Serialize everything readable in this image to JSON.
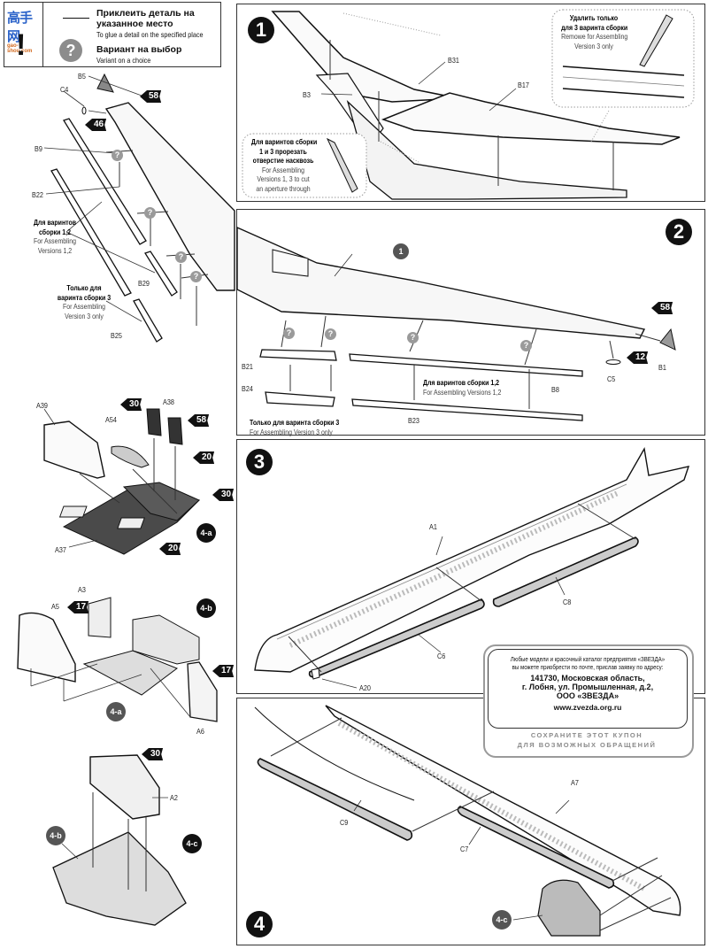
{
  "legend": {
    "watermark_cn": "高手网",
    "watermark_url": "gao-shou.com",
    "glue_ru": "Приклеить деталь на указанное место",
    "glue_en": "To glue a detail on the specified place",
    "variant_ru": "Вариант на выбор",
    "variant_en": "Variant on a choice",
    "exclaim": "!",
    "question": "?"
  },
  "steps": {
    "s1": "1",
    "s2": "2",
    "s3": "3",
    "s4": "4"
  },
  "sub_badges": {
    "a": "4-a",
    "b": "4-b",
    "c": "4-c",
    "ref1": "1"
  },
  "step1": {
    "parts": {
      "b31": "B31",
      "b3": "B3",
      "b17": "B17"
    },
    "note_remove": {
      "ru1": "Удалить только",
      "ru2": "для 3 варинта сборки",
      "en1": "Remowe for Assembling",
      "en2": "Version 3 only"
    },
    "note_cut": {
      "ru1": "Для варинтов сборки",
      "ru2": "1 и 3 прорезать",
      "ru3": "отверстие насквозь",
      "en1": "For Assembling",
      "en2": "Versions 1, 3 to cut",
      "en3": "an aperture through"
    }
  },
  "left_wing": {
    "parts": {
      "b5": "B5",
      "c4": "C4",
      "b9": "B9",
      "b22": "B22",
      "b29": "B29",
      "b25": "B25"
    },
    "paint": {
      "p58": "58",
      "p46": "46"
    },
    "note_v12": {
      "ru1": "Для варинтов",
      "ru2": "сборки 1,2",
      "en1": "For Assembling",
      "en2": "Versions 1,2"
    },
    "note_v3": {
      "ru1": "Только для",
      "ru2": "варинта сборки 3",
      "en1": "For Assembling",
      "en2": "Version 3 only"
    }
  },
  "step2": {
    "parts": {
      "b21": "B21",
      "b24": "B24",
      "b8": "B8",
      "b23": "B23",
      "c5": "C5",
      "b1": "B1"
    },
    "paint": {
      "p58": "58",
      "p12": "12"
    },
    "note_v12": {
      "ru": "Для варинтов сборки 1,2",
      "en": "For Assembling Versions 1,2"
    },
    "note_v3": {
      "ru": "Только для варинта сборки 3",
      "en": "For Assembling Version 3 only"
    }
  },
  "step4a": {
    "parts": {
      "a39": "A39",
      "a54": "A54",
      "a38": "A38",
      "a37": "A37"
    },
    "paint": {
      "p30a": "30",
      "p58": "58",
      "p20a": "20",
      "p30b": "30",
      "p20b": "20"
    }
  },
  "step4b": {
    "parts": {
      "a3": "A3",
      "a5": "A5",
      "a6": "A6"
    },
    "paint": {
      "p17a": "17",
      "p17b": "17"
    }
  },
  "step4c": {
    "parts": {
      "a2": "A2"
    },
    "paint": {
      "p30": "30"
    }
  },
  "step3": {
    "parts": {
      "a1": "A1",
      "c8": "C8",
      "c6": "C6",
      "a20": "A20"
    }
  },
  "step4": {
    "parts": {
      "a7": "A7",
      "c9": "C9",
      "c7": "C7"
    }
  },
  "coupon": {
    "line1": "Любые модели и красочный каталог предприятия «ЗВЕЗДА»",
    "line2": "вы можете приобрести по почте, прислав заявку по адресу:",
    "addr1": "141730, Московская область,",
    "addr2": "г. Лобня, ул. Промышленная, д.2,",
    "addr3": "ООО «ЗВЕЗДА»",
    "url": "www.zvezda.org.ru",
    "save1": "СОХРАНИТЕ  ЭТОТ  КУПОН",
    "save2": "ДЛЯ  ВОЗМОЖНЫХ  ОБРАЩЕНИЙ"
  }
}
